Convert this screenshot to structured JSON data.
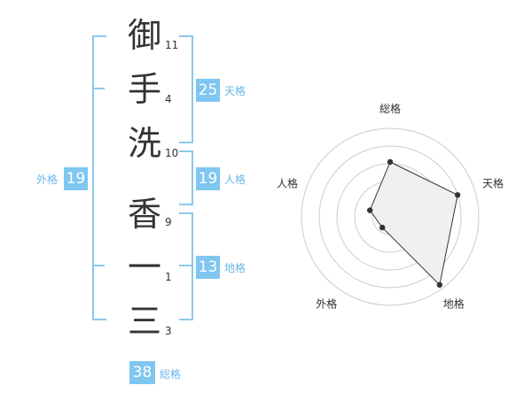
{
  "name": {
    "characters": [
      {
        "char": "御",
        "strokes": "11"
      },
      {
        "char": "手",
        "strokes": "4"
      },
      {
        "char": "洗",
        "strokes": "10"
      },
      {
        "char": "香",
        "strokes": "9"
      },
      {
        "char": "一",
        "strokes": "1"
      },
      {
        "char": "三",
        "strokes": "3"
      }
    ]
  },
  "fortunes": {
    "tenkaku": {
      "value": "25",
      "label": "天格"
    },
    "jinkaku": {
      "value": "19",
      "label": "人格"
    },
    "chikaku": {
      "value": "13",
      "label": "地格"
    },
    "gaikaku": {
      "value": "19",
      "label": "外格"
    },
    "soukaku": {
      "value": "38",
      "label": "総格"
    }
  },
  "radar": {
    "axes": [
      "総格",
      "天格",
      "地格",
      "外格",
      "人格"
    ],
    "scores": [
      0.62,
      0.8,
      0.95,
      0.15,
      0.24
    ],
    "colors": {
      "fill": "#f0f0f0",
      "line": "#333333",
      "rings": "#cccccc",
      "center": "#cccccc"
    }
  },
  "colors": {
    "accent": "#7fc6f0",
    "bracket": "#8cc8ee",
    "label": "#69b6ea"
  }
}
